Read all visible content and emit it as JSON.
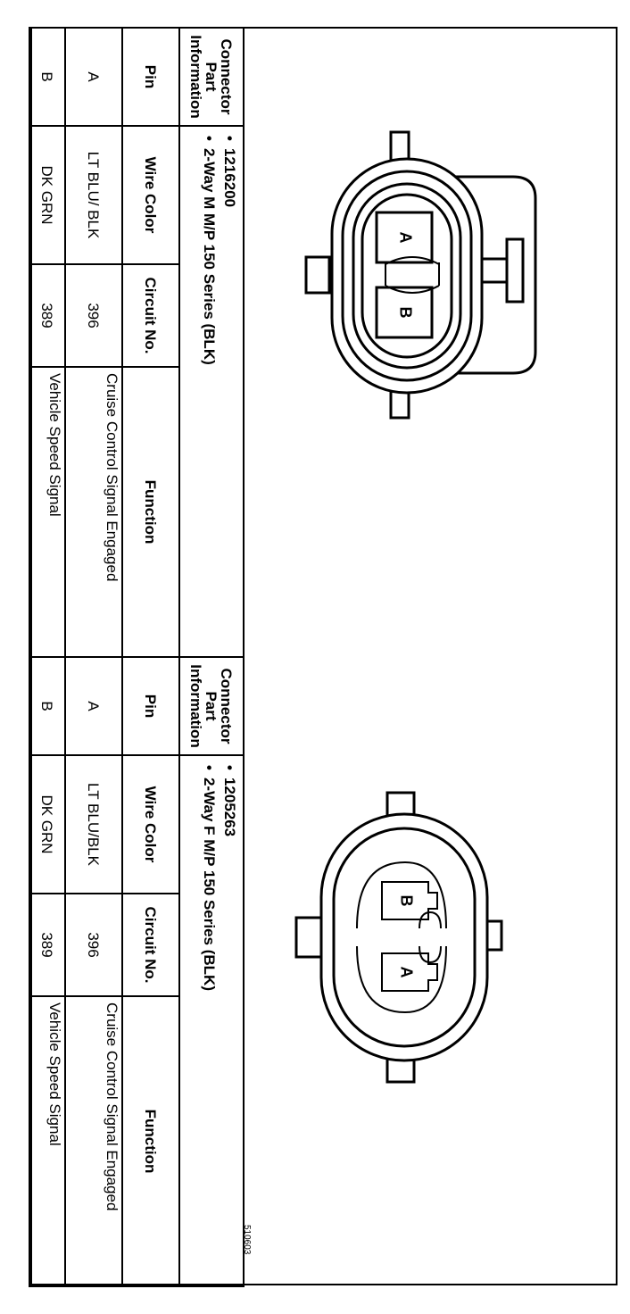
{
  "connector_1": {
    "info_label": "Connector Part Information",
    "part_lines": [
      "1216200",
      "2-Way M M/P 150 Series (BLK)"
    ],
    "headers": {
      "pin": "Pin",
      "wire": "Wire Color",
      "circuit": "Circuit No.",
      "function": "Function"
    },
    "rows": [
      {
        "pin": "A",
        "wire": "LT BLU/ BLK",
        "circuit": "396",
        "function": "Cruise Control Signal Engaged"
      },
      {
        "pin": "B",
        "wire": "DK GRN",
        "circuit": "389",
        "function": "Vehicle Speed Signal"
      }
    ]
  },
  "connector_2": {
    "info_label": "Connector Part Information",
    "part_lines": [
      "1205263",
      "2-Way F M/P 150 Series (BLK)"
    ],
    "headers": {
      "pin": "Pin",
      "wire": "Wire Color",
      "circuit": "Circuit No.",
      "function": "Function"
    },
    "rows": [
      {
        "pin": "A",
        "wire": "LT BLU/BLK",
        "circuit": "396",
        "function": "Cruise Control Signal Engaged"
      },
      {
        "pin": "B",
        "wire": "DK GRN",
        "circuit": "389",
        "function": "Vehicle Speed Signal"
      }
    ]
  },
  "diagram_1": {
    "cavity_a": "A",
    "cavity_b": "B"
  },
  "diagram_2": {
    "cavity_a": "A",
    "cavity_b": "B"
  },
  "figure_id": "510603"
}
